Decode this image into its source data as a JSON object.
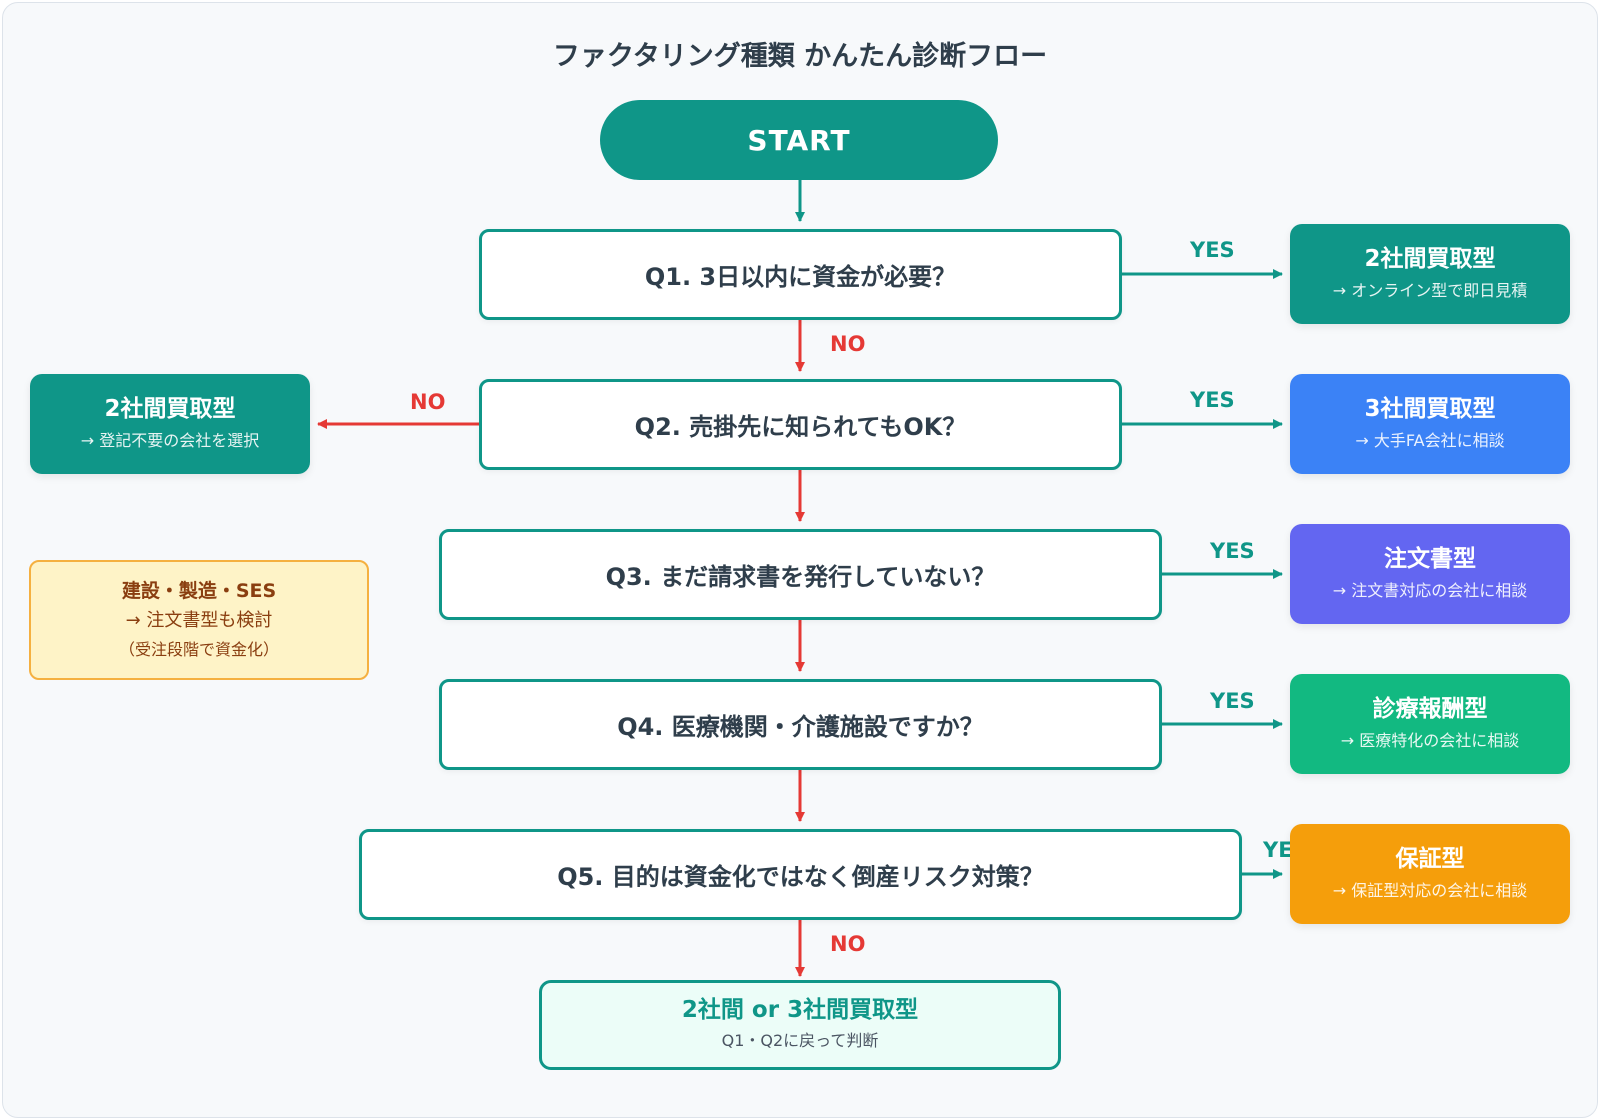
{
  "title": "ファクタリング種類 かんたん診断フロー",
  "start": "START",
  "questions": [
    "Q1. 3日以内に資金が必要？",
    "Q2. 売掛先に知られてもOK？",
    "Q3. まだ請求書を発行していない？",
    "Q4. 医療機関・介護施設ですか？",
    "Q5. 目的は資金化ではなく倒産リスク対策？"
  ],
  "results": [
    {
      "title": "2社間買取型",
      "sub": "→ オンライン型で即日見積",
      "color": "#0f9688"
    },
    {
      "title": "3社間買取型",
      "sub": "→ 大手FA会社に相談",
      "color": "#3b82f6"
    },
    {
      "title": "注文書型",
      "sub": "→ 注文書対応の会社に相談",
      "color": "#6366f1"
    },
    {
      "title": "診療報酬型",
      "sub": "→ 医療特化の会社に相談",
      "color": "#12b981"
    },
    {
      "title": "保証型",
      "sub": "→ 保証型対応の会社に相談",
      "color": "#f59e0b"
    }
  ],
  "left_result": {
    "title": "2社間買取型",
    "sub": "→ 登記不要の会社を選択",
    "color": "#0f9688"
  },
  "note": {
    "line1": "建設・製造・SES",
    "line2": "→ 注文書型も検討",
    "line3": "（受注段階で資金化）"
  },
  "final": {
    "title": "2社間 or 3社間買取型",
    "sub": "Q1・Q2に戻って判断"
  },
  "labels": {
    "yes": "YES",
    "no": "NO",
    "yes_partial": "YE"
  },
  "colors": {
    "teal": "#0f9688",
    "red": "#e53935"
  }
}
